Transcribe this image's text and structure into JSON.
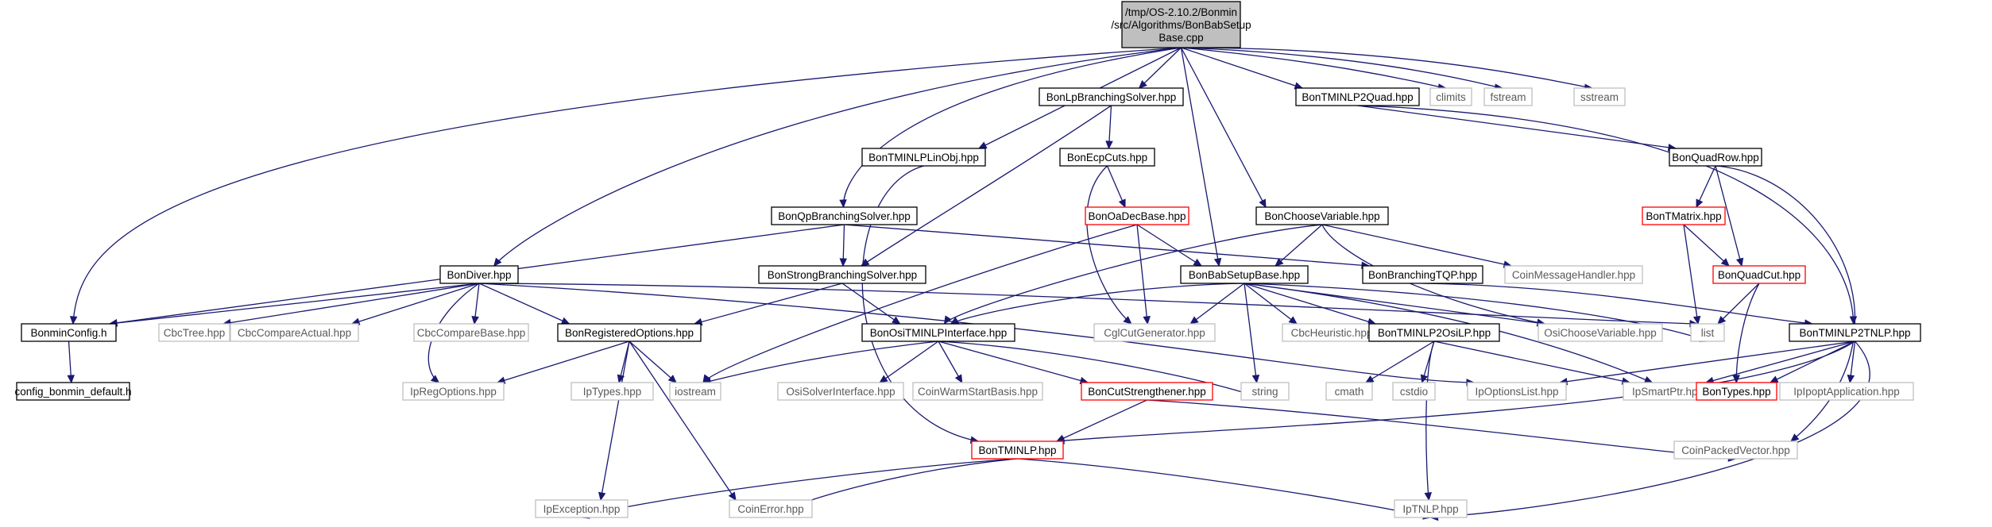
{
  "nodes": [
    {
      "id": "root",
      "lines": [
        "/tmp/OS-2.10.2/Bonmin",
        "/src/Algorithms/BonBabSetup",
        "Base.cpp"
      ],
      "style": "root"
    },
    {
      "id": "bonminconfig",
      "lines": [
        "BonminConfig.h"
      ],
      "style": "black"
    },
    {
      "id": "bondiver",
      "lines": [
        "BonDiver.hpp"
      ],
      "style": "black"
    },
    {
      "id": "bonqpbranching",
      "lines": [
        "BonQpBranchingSolver.hpp"
      ],
      "style": "black"
    },
    {
      "id": "bontminlplinobj",
      "lines": [
        "BonTMINLPLinObj.hpp"
      ],
      "style": "black"
    },
    {
      "id": "bonlpbranching",
      "lines": [
        "BonLpBranchingSolver.hpp"
      ],
      "style": "black"
    },
    {
      "id": "bonbabsetupbase",
      "lines": [
        "BonBabSetupBase.hpp"
      ],
      "style": "black"
    },
    {
      "id": "bonchoosevariable",
      "lines": [
        "BonChooseVariable.hpp"
      ],
      "style": "black"
    },
    {
      "id": "bontminlp2quad",
      "lines": [
        "BonTMINLP2Quad.hpp"
      ],
      "style": "black"
    },
    {
      "id": "climits",
      "lines": [
        "climits"
      ],
      "style": "gray"
    },
    {
      "id": "fstream",
      "lines": [
        "fstream"
      ],
      "style": "gray"
    },
    {
      "id": "sstream",
      "lines": [
        "sstream"
      ],
      "style": "gray"
    },
    {
      "id": "config_default",
      "lines": [
        "config_bonmin_default.h"
      ],
      "style": "black"
    },
    {
      "id": "cbctree",
      "lines": [
        "CbcTree.hpp"
      ],
      "style": "gray"
    },
    {
      "id": "cbccompareactual",
      "lines": [
        "CbcCompareActual.hpp"
      ],
      "style": "gray"
    },
    {
      "id": "cbccomparebase",
      "lines": [
        "CbcCompareBase.hpp"
      ],
      "style": "gray"
    },
    {
      "id": "bonregisteredoptions",
      "lines": [
        "BonRegisteredOptions.hpp"
      ],
      "style": "black"
    },
    {
      "id": "ipregoptions",
      "lines": [
        "IpRegOptions.hpp"
      ],
      "style": "gray"
    },
    {
      "id": "iptypes",
      "lines": [
        "IpTypes.hpp"
      ],
      "style": "gray"
    },
    {
      "id": "iostream",
      "lines": [
        "iostream"
      ],
      "style": "gray"
    },
    {
      "id": "ipexception",
      "lines": [
        "IpException.hpp"
      ],
      "style": "gray"
    },
    {
      "id": "coinerror",
      "lines": [
        "CoinError.hpp"
      ],
      "style": "gray"
    },
    {
      "id": "bonstrongbranching",
      "lines": [
        "BonStrongBranchingSolver.hpp"
      ],
      "style": "black"
    },
    {
      "id": "bonositminlpinterface",
      "lines": [
        "BonOsiTMINLPInterface.hpp"
      ],
      "style": "black"
    },
    {
      "id": "osisolverinterface",
      "lines": [
        "OsiSolverInterface.hpp"
      ],
      "style": "gray"
    },
    {
      "id": "coinwarmstartbasis",
      "lines": [
        "CoinWarmStartBasis.hpp"
      ],
      "style": "gray"
    },
    {
      "id": "boncutstrengthener",
      "lines": [
        "BonCutStrengthener.hpp"
      ],
      "style": "red"
    },
    {
      "id": "string",
      "lines": [
        "string"
      ],
      "style": "gray"
    },
    {
      "id": "bontminlp",
      "lines": [
        "BonTMINLP.hpp"
      ],
      "style": "red"
    },
    {
      "id": "iptnlp",
      "lines": [
        "IpTNLP.hpp"
      ],
      "style": "gray"
    },
    {
      "id": "bonecpcuts",
      "lines": [
        "BonEcpCuts.hpp"
      ],
      "style": "black"
    },
    {
      "id": "bonoadecbase",
      "lines": [
        "BonOaDecBase.hpp"
      ],
      "style": "red"
    },
    {
      "id": "cglcutgenerator",
      "lines": [
        "CglCutGenerator.hpp"
      ],
      "style": "gray"
    },
    {
      "id": "cbcheuristic",
      "lines": [
        "CbcHeuristic.hpp"
      ],
      "style": "gray"
    },
    {
      "id": "bontminlp2osilp",
      "lines": [
        "BonTMINLP2OsiLP.hpp"
      ],
      "style": "black"
    },
    {
      "id": "cmath",
      "lines": [
        "cmath"
      ],
      "style": "gray"
    },
    {
      "id": "cstdio",
      "lines": [
        "cstdio"
      ],
      "style": "gray"
    },
    {
      "id": "ipoptionslist",
      "lines": [
        "IpOptionsList.hpp"
      ],
      "style": "gray"
    },
    {
      "id": "ipsmartptr",
      "lines": [
        "IpSmartPtr.hpp"
      ],
      "style": "gray"
    },
    {
      "id": "osichoosevariable",
      "lines": [
        "OsiChooseVariable.hpp"
      ],
      "style": "gray"
    },
    {
      "id": "list",
      "lines": [
        "list"
      ],
      "style": "gray"
    },
    {
      "id": "bonbranchingtqp",
      "lines": [
        "BonBranchingTQP.hpp"
      ],
      "style": "black"
    },
    {
      "id": "coinmessagehandler",
      "lines": [
        "CoinMessageHandler.hpp"
      ],
      "style": "gray"
    },
    {
      "id": "bonquadrow",
      "lines": [
        "BonQuadRow.hpp"
      ],
      "style": "black"
    },
    {
      "id": "bontmatrix",
      "lines": [
        "BonTMatrix.hpp"
      ],
      "style": "red"
    },
    {
      "id": "bonquadcut",
      "lines": [
        "BonQuadCut.hpp"
      ],
      "style": "red"
    },
    {
      "id": "bontminlp2tnlp",
      "lines": [
        "BonTMINLP2TNLP.hpp"
      ],
      "style": "black"
    },
    {
      "id": "bontypes",
      "lines": [
        "BonTypes.hpp"
      ],
      "style": "red"
    },
    {
      "id": "ipipoptapplication",
      "lines": [
        "IpIpoptApplication.hpp"
      ],
      "style": "gray"
    },
    {
      "id": "coinpackedvector",
      "lines": [
        "CoinPackedVector.hpp"
      ],
      "style": "gray"
    }
  ],
  "edges": [
    [
      "root",
      "bonminconfig"
    ],
    [
      "root",
      "bondiver"
    ],
    [
      "root",
      "bonqpbranching"
    ],
    [
      "root",
      "bontminlplinobj"
    ],
    [
      "root",
      "bonlpbranching"
    ],
    [
      "root",
      "bonbabsetupbase"
    ],
    [
      "root",
      "bonchoosevariable"
    ],
    [
      "root",
      "bontminlp2quad"
    ],
    [
      "root",
      "climits"
    ],
    [
      "root",
      "fstream"
    ],
    [
      "root",
      "sstream"
    ],
    [
      "bonminconfig",
      "config_default"
    ],
    [
      "bondiver",
      "bonminconfig"
    ],
    [
      "bondiver",
      "cbctree"
    ],
    [
      "bondiver",
      "cbccompareactual"
    ],
    [
      "bondiver",
      "cbccomparebase"
    ],
    [
      "bondiver",
      "bonregisteredoptions"
    ],
    [
      "bondiver",
      "ipregoptions"
    ],
    [
      "bondiver",
      "list"
    ],
    [
      "bondiver",
      "ipoptionslist"
    ],
    [
      "bonqpbranching",
      "bonminconfig"
    ],
    [
      "bonqpbranching",
      "bonstrongbranching"
    ],
    [
      "bonqpbranching",
      "bonbranchingtqp"
    ],
    [
      "bontminlplinobj",
      "bontminlp"
    ],
    [
      "bonlpbranching",
      "bonstrongbranching"
    ],
    [
      "bonlpbranching",
      "bonecpcuts"
    ],
    [
      "bonecpcuts",
      "bonoadecbase"
    ],
    [
      "bonecpcuts",
      "cglcutgenerator"
    ],
    [
      "bonoadecbase",
      "bonbabsetupbase"
    ],
    [
      "bonoadecbase",
      "cglcutgenerator"
    ],
    [
      "bonoadecbase",
      "iostream"
    ],
    [
      "bonchoosevariable",
      "bonbabsetupbase"
    ],
    [
      "bonchoosevariable",
      "bonositminlpinterface"
    ],
    [
      "bonchoosevariable",
      "coinmessagehandler"
    ],
    [
      "bonchoosevariable",
      "osichoosevariable"
    ],
    [
      "bonbabsetupbase",
      "bonositminlpinterface"
    ],
    [
      "bonbabsetupbase",
      "cglcutgenerator"
    ],
    [
      "bonbabsetupbase",
      "cbcheuristic"
    ],
    [
      "bonbabsetupbase",
      "string"
    ],
    [
      "bonbabsetupbase",
      "bontminlp2osilp"
    ],
    [
      "bonbabsetupbase",
      "osichoosevariable"
    ],
    [
      "bonbabsetupbase",
      "list"
    ],
    [
      "bonbabsetupbase",
      "ipsmartptr"
    ],
    [
      "bonstrongbranching",
      "bonregisteredoptions"
    ],
    [
      "bonstrongbranching",
      "bonositminlpinterface"
    ],
    [
      "bonregisteredoptions",
      "ipregoptions"
    ],
    [
      "bonregisteredoptions",
      "iptypes"
    ],
    [
      "bonregisteredoptions",
      "iostream"
    ],
    [
      "bonregisteredoptions",
      "ipexception"
    ],
    [
      "bonregisteredoptions",
      "coinerror"
    ],
    [
      "bonositminlpinterface",
      "iostream"
    ],
    [
      "bonositminlpinterface",
      "osisolverinterface"
    ],
    [
      "bonositminlpinterface",
      "coinwarmstartbasis"
    ],
    [
      "bonositminlpinterface",
      "boncutstrengthener"
    ],
    [
      "bonositminlpinterface",
      "string"
    ],
    [
      "boncutstrengthener",
      "bontminlp"
    ],
    [
      "boncutstrengthener",
      "coinpackedvector"
    ],
    [
      "bontminlp",
      "ipexception"
    ],
    [
      "bontminlp",
      "coinerror"
    ],
    [
      "bontminlp",
      "iptnlp"
    ],
    [
      "bontminlp2osilp",
      "cmath"
    ],
    [
      "bontminlp2osilp",
      "cstdio"
    ],
    [
      "bontminlp2osilp",
      "iptnlp"
    ],
    [
      "bontminlp2osilp",
      "ipsmartptr"
    ],
    [
      "bontminlp2quad",
      "bonquadrow"
    ],
    [
      "bontminlp2quad",
      "bontminlp2tnlp"
    ],
    [
      "bonquadrow",
      "bontmatrix"
    ],
    [
      "bonquadrow",
      "bonquadcut"
    ],
    [
      "bonquadrow",
      "coinpackedvector"
    ],
    [
      "bontmatrix",
      "bonquadcut"
    ],
    [
      "bontmatrix",
      "list"
    ],
    [
      "bonquadcut",
      "list"
    ],
    [
      "bonquadcut",
      "bontypes"
    ],
    [
      "bonbranchingtqp",
      "bontminlp2tnlp"
    ],
    [
      "bontminlp2tnlp",
      "ipoptionslist"
    ],
    [
      "bontminlp2tnlp",
      "ipsmartptr"
    ],
    [
      "bontminlp2tnlp",
      "bontypes"
    ],
    [
      "bontminlp2tnlp",
      "ipipoptapplication"
    ],
    [
      "bontminlp2tnlp",
      "bontminlp"
    ],
    [
      "bontminlp2tnlp",
      "iptnlp"
    ]
  ]
}
